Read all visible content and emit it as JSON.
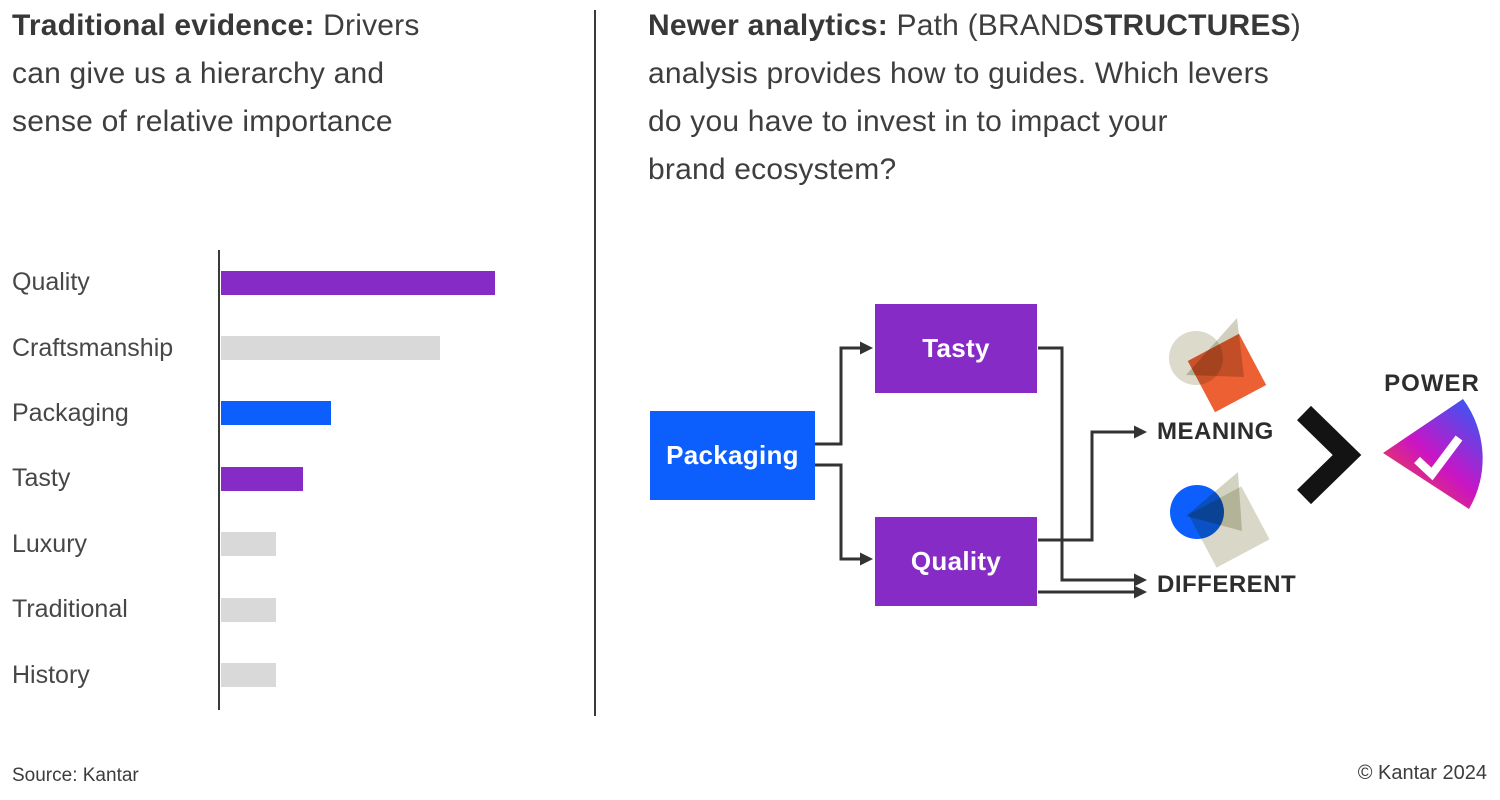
{
  "header": {
    "left_title_lines": [
      [
        {
          "t": "Traditional evidence:",
          "b": 1
        },
        {
          "t": " Drivers",
          "b": 0
        }
      ],
      [
        {
          "t": "can give us a hierarchy and",
          "b": 0
        }
      ],
      [
        {
          "t": "sense of relative importance",
          "b": 0
        }
      ]
    ],
    "right_title_lines": [
      [
        {
          "t": "Newer analytics:",
          "b": 1
        },
        {
          "t": " Path (BRAND",
          "b": 0
        },
        {
          "t": "STRUCTURES",
          "b": 1
        },
        {
          "t": ")",
          "b": 0
        }
      ],
      [
        {
          "t": "analysis provides how to guides. Which levers",
          "b": 0
        }
      ],
      [
        {
          "t": "do you have to invest in to impact your",
          "b": 0
        }
      ],
      [
        {
          "t": "brand ecosystem?",
          "b": 0
        }
      ]
    ]
  },
  "chart_data": {
    "type": "bar",
    "orientation": "horizontal",
    "categories": [
      "Quality",
      "Craftsmanship",
      "Packaging",
      "Tasty",
      "Luxury",
      "Traditional",
      "History"
    ],
    "values": [
      100,
      80,
      40,
      30,
      20,
      20,
      20
    ],
    "bar_colors": [
      "#872bc7",
      "#d9d9d9",
      "#0c5ffd",
      "#872bc7",
      "#d9d9d9",
      "#d9d9d9",
      "#d9d9d9"
    ],
    "title": "",
    "xlabel": "",
    "ylabel": "",
    "xlim": [
      0,
      100
    ],
    "grid": false,
    "axis_tick_labels": false,
    "legend": false
  },
  "diagram": {
    "nodes": [
      {
        "id": "packaging",
        "label": "Packaging",
        "color": "#0c5ffd"
      },
      {
        "id": "tasty",
        "label": "Tasty",
        "color": "#872bc7"
      },
      {
        "id": "quality",
        "label": "Quality",
        "color": "#872bc7"
      }
    ],
    "edges": [
      {
        "from": "Packaging",
        "to": "Tasty"
      },
      {
        "from": "Packaging",
        "to": "Quality"
      },
      {
        "from": "Tasty",
        "to": "DIFFERENT"
      },
      {
        "from": "Quality",
        "to": "MEANING"
      },
      {
        "from": "Quality",
        "to": "DIFFERENT"
      }
    ],
    "outcome_meaning": "MEANING",
    "outcome_different": "DIFFERENT",
    "result_label": "POWER"
  },
  "footer": {
    "source": "Source: Kantar",
    "copyright": "© Kantar 2024"
  },
  "colors": {
    "purple": "#872bc7",
    "blue": "#0c5ffd",
    "gray_bar": "#d9d9d9",
    "connector": "#333333",
    "text_dark": "#2d2d2d",
    "red_shape": "#ea4a17",
    "beige_shape": "#d5d4c2",
    "chevron": "#131313",
    "power_gradient": [
      "#f4511a",
      "#cb14c4",
      "#3b55f4"
    ]
  }
}
